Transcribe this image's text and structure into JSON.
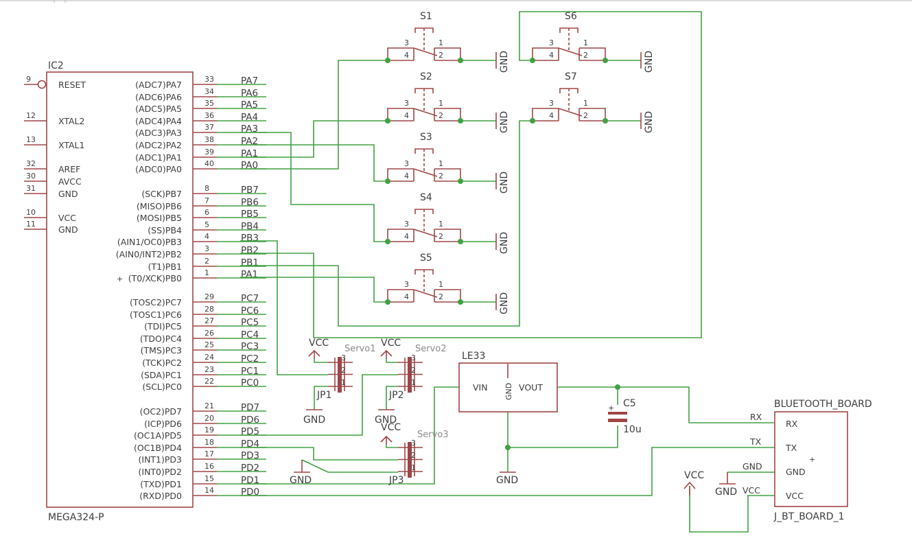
{
  "mcu": {
    "name": "IC2",
    "value": "MEGA324-P",
    "left_pins": [
      {
        "num": "9",
        "name": "RESET"
      },
      {
        "num": "12",
        "name": "XTAL2"
      },
      {
        "num": "13",
        "name": "XTAL1"
      },
      {
        "num": "32",
        "name": "AREF"
      },
      {
        "num": "30",
        "name": "AVCC"
      },
      {
        "num": "31",
        "name": "GND"
      },
      {
        "num": "10",
        "name": "VCC"
      },
      {
        "num": "11",
        "name": "GND"
      }
    ],
    "right_pins": [
      {
        "num": "33",
        "name": "(ADC7)PA7",
        "net": "PA7"
      },
      {
        "num": "34",
        "name": "(ADC6)PA6",
        "net": "PA6"
      },
      {
        "num": "35",
        "name": "(ADC5)PA5",
        "net": "PA5"
      },
      {
        "num": "36",
        "name": "(ADC4)PA4",
        "net": "PA4"
      },
      {
        "num": "37",
        "name": "(ADC3)PA3",
        "net": "PA3"
      },
      {
        "num": "38",
        "name": "(ADC2)PA2",
        "net": "PA2"
      },
      {
        "num": "39",
        "name": "(ADC1)PA1",
        "net": "PA1"
      },
      {
        "num": "40",
        "name": "(ADC0)PA0",
        "net": "PA0"
      },
      {
        "num": "8",
        "name": "(SCK)PB7",
        "net": "PB7"
      },
      {
        "num": "7",
        "name": "(MISO)PB6",
        "net": "PB6"
      },
      {
        "num": "6",
        "name": "(MOSI)PB5",
        "net": "PB5"
      },
      {
        "num": "5",
        "name": "(SS)PB4",
        "net": "PB4"
      },
      {
        "num": "4",
        "name": "(AIN1/OC0)PB3",
        "net": "PB3"
      },
      {
        "num": "3",
        "name": "(AIN0/INT2)PB2",
        "net": "PB2"
      },
      {
        "num": "2",
        "name": "(T1)PB1",
        "net": "PB1"
      },
      {
        "num": "1",
        "name": "(T0/XCK)PB0",
        "net": "PA1"
      },
      {
        "num": "29",
        "name": "(TOSC2)PC7",
        "net": "PC7"
      },
      {
        "num": "28",
        "name": "(TOSC1)PC6",
        "net": "PC6"
      },
      {
        "num": "27",
        "name": "(TDI)PC5",
        "net": "PC5"
      },
      {
        "num": "26",
        "name": "(TDO)PC4",
        "net": "PC4"
      },
      {
        "num": "25",
        "name": "(TMS)PC3",
        "net": "PC3"
      },
      {
        "num": "24",
        "name": "(TCK)PC2",
        "net": "PC2"
      },
      {
        "num": "23",
        "name": "(SDA)PC1",
        "net": "PC1"
      },
      {
        "num": "22",
        "name": "(SCL)PC0",
        "net": "PC0"
      },
      {
        "num": "21",
        "name": "(OC2)PD7",
        "net": "PD7"
      },
      {
        "num": "20",
        "name": "(ICP)PD6",
        "net": "PD6"
      },
      {
        "num": "19",
        "name": "(OC1A)PD5",
        "net": "PD5"
      },
      {
        "num": "18",
        "name": "(OC1B)PD4",
        "net": "PD4"
      },
      {
        "num": "17",
        "name": "(INT1)PD3",
        "net": "PD3"
      },
      {
        "num": "16",
        "name": "(INT0)PD2",
        "net": "PD2"
      },
      {
        "num": "15",
        "name": "(TXD)PD1",
        "net": "PD1"
      },
      {
        "num": "14",
        "name": "(RXD)PD0",
        "net": "PD0"
      }
    ]
  },
  "switches": [
    {
      "name": "S1",
      "p1": "1",
      "p2": "2",
      "p3": "3",
      "p4": "4",
      "gnd": "GND"
    },
    {
      "name": "S2",
      "p1": "1",
      "p2": "2",
      "p3": "3",
      "p4": "4",
      "gnd": "GND"
    },
    {
      "name": "S3",
      "p1": "1",
      "p2": "2",
      "p3": "3",
      "p4": "4",
      "gnd": "GND"
    },
    {
      "name": "S4",
      "p1": "1",
      "p2": "2",
      "p3": "3",
      "p4": "4",
      "gnd": "GND"
    },
    {
      "name": "S5",
      "p1": "1",
      "p2": "2",
      "p3": "3",
      "p4": "4",
      "gnd": "GND"
    },
    {
      "name": "S6",
      "p1": "1",
      "p2": "2",
      "p3": "3",
      "p4": "4",
      "gnd": "GND"
    },
    {
      "name": "S7",
      "p1": "1",
      "p2": "2",
      "p3": "3",
      "p4": "4",
      "gnd": "GND"
    }
  ],
  "servos": [
    {
      "ref": "JP1",
      "label": "Servo1",
      "vcc": "VCC",
      "gnd": "GND",
      "p3": "3",
      "p2": "2",
      "p1": "1"
    },
    {
      "ref": "JP2",
      "label": "Servo2",
      "vcc": "VCC",
      "gnd": "GND",
      "p3": "3",
      "p2": "2",
      "p1": "1"
    },
    {
      "ref": "JP3",
      "label": "Servo3",
      "vcc": "VCC",
      "gnd": "GND",
      "p3": "3",
      "p2": "2",
      "p1": "1"
    }
  ],
  "regulator": {
    "name": "LE33",
    "vin": "VIN",
    "gnd": "GND",
    "vout": "VOUT",
    "gnd_sym": "GND"
  },
  "capacitor": {
    "name": "C5",
    "value": "10u",
    "polarity": "+"
  },
  "bluetooth": {
    "name": "BLUETOOTH_BOARD",
    "value": "J_BT_BOARD_1",
    "pins": [
      "RX",
      "TX",
      "GND",
      "VCC"
    ],
    "nets": [
      "RX",
      "TX",
      "GND",
      "VCC"
    ],
    "gnd_sym": "GND",
    "vcc_sym": "VCC"
  },
  "extra_gnd": "GND",
  "colors": {
    "symbol": "#a04545",
    "wire": "#41a041",
    "text": "#3d3d3d"
  }
}
